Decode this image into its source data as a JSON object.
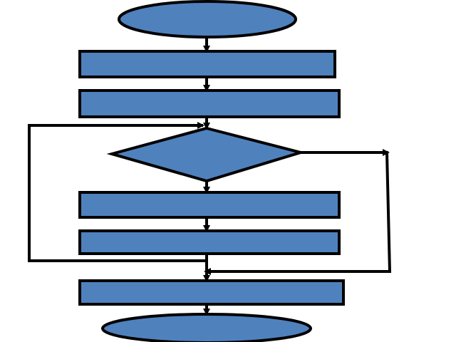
{
  "diagram": {
    "type": "flowchart",
    "shape_fill": "#4f81bd",
    "stroke_color": "#000000",
    "background": "#ffffff",
    "nodes": [
      {
        "id": "start",
        "shape": "ellipse",
        "label": ""
      },
      {
        "id": "step-1",
        "shape": "rectangle",
        "label": ""
      },
      {
        "id": "step-2",
        "shape": "rectangle",
        "label": ""
      },
      {
        "id": "decision",
        "shape": "diamond",
        "label": ""
      },
      {
        "id": "step-3",
        "shape": "rectangle",
        "label": ""
      },
      {
        "id": "step-4",
        "shape": "rectangle",
        "label": ""
      },
      {
        "id": "step-5",
        "shape": "rectangle",
        "label": ""
      },
      {
        "id": "end",
        "shape": "ellipse",
        "label": ""
      }
    ],
    "edges": [
      {
        "from": "start",
        "to": "step-1"
      },
      {
        "from": "step-1",
        "to": "step-2"
      },
      {
        "from": "step-2",
        "to": "decision"
      },
      {
        "from": "decision",
        "to": "step-3"
      },
      {
        "from": "step-3",
        "to": "step-4"
      },
      {
        "from": "step-4",
        "to": "decision",
        "kind": "loop-back"
      },
      {
        "from": "decision",
        "to": "step-5",
        "kind": "branch"
      },
      {
        "from": "step-4",
        "to": "step-5"
      },
      {
        "from": "step-5",
        "to": "end"
      }
    ]
  }
}
